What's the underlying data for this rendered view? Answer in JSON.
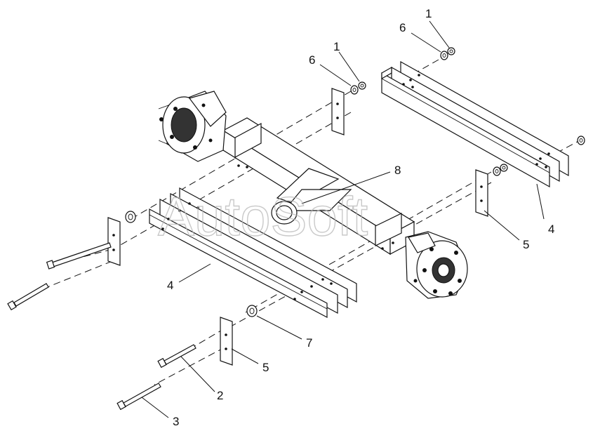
{
  "watermark": "AutoSoft",
  "callouts": {
    "c1a": "1",
    "c6a": "6",
    "c1b": "1",
    "c6b": "6",
    "c8": "8",
    "c4a": "4",
    "c5a": "5",
    "c4b": "4",
    "c7": "7",
    "c5b": "5",
    "c2": "2",
    "c3": "3"
  }
}
